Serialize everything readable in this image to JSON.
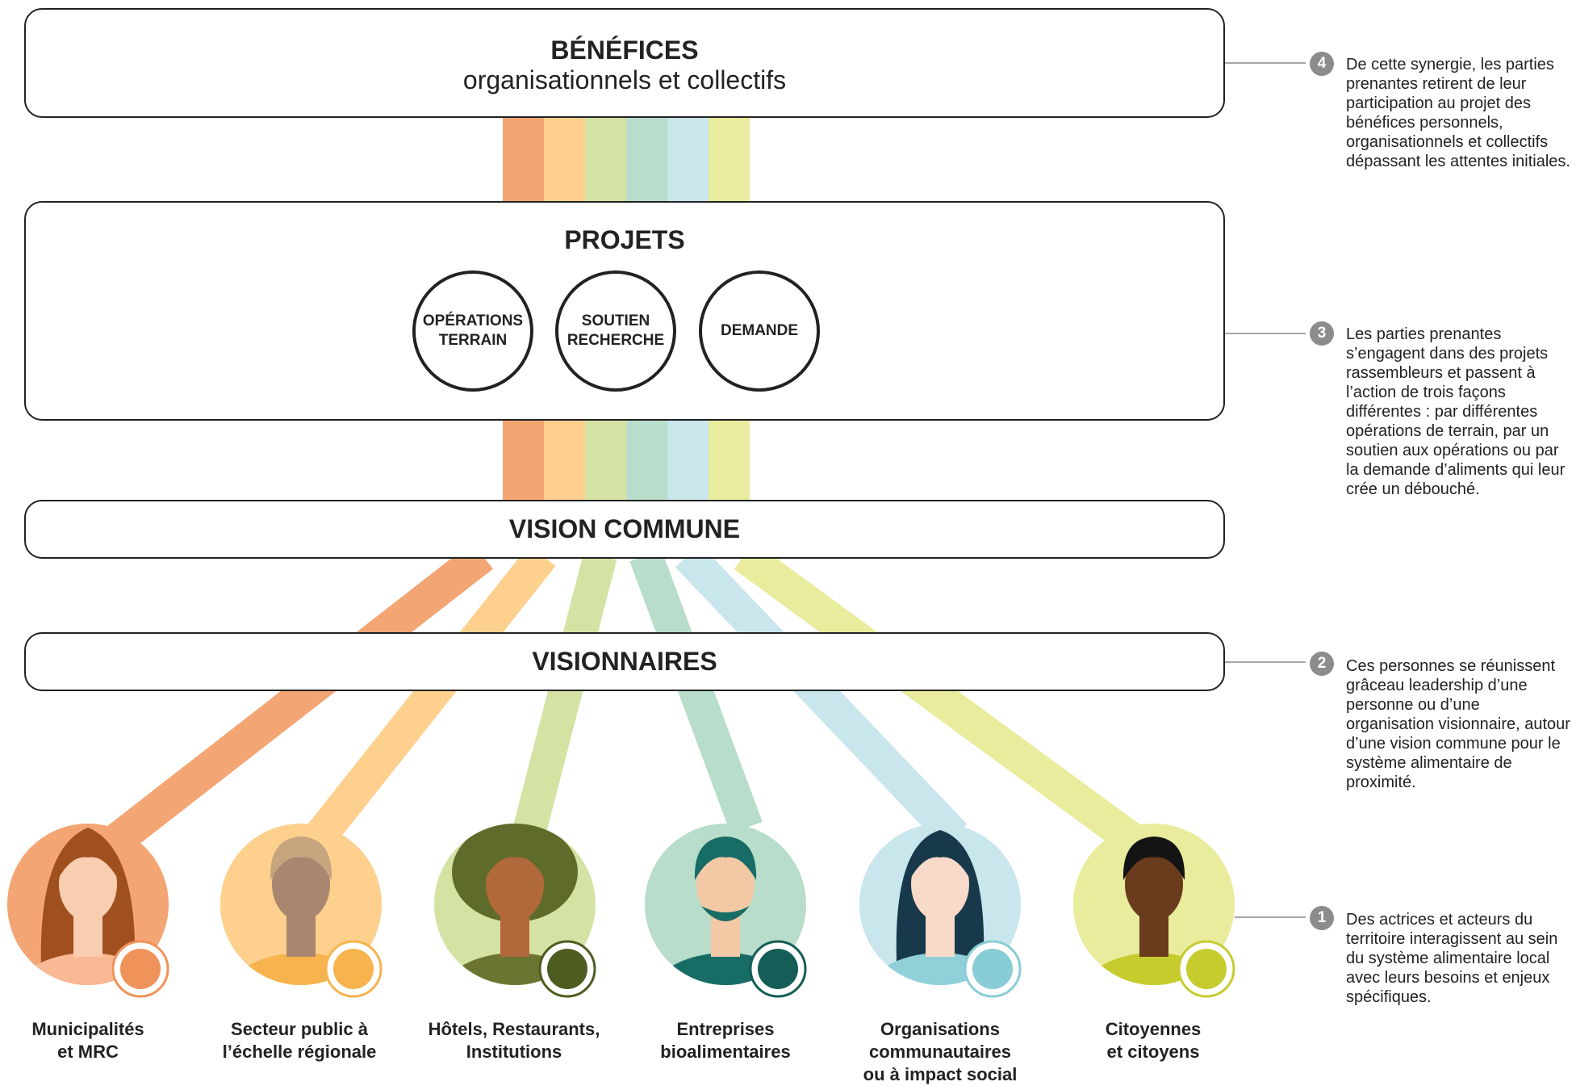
{
  "benefices": {
    "title": "BÉNÉFICES",
    "subtitle": "organisationnels et collectifs"
  },
  "projets": {
    "title": "PROJETS",
    "circles": [
      "OPÉRATIONS\nTERRAIN",
      "SOUTIEN\nRECHERCHE",
      "DEMANDE"
    ]
  },
  "vision_commune": {
    "title": "VISION COMMUNE"
  },
  "visionnaires": {
    "title": "VISIONNAIRES"
  },
  "notes": [
    {
      "num": "4",
      "text": "De cette synergie, les parties prenantes retirent de leur participation au projet des bénéfices personnels, organisationnels et collectifs dépassant les attentes initiales."
    },
    {
      "num": "3",
      "text": "Les parties prenantes s’engagent dans des projets rassembleurs et passent à l’action de trois façons différentes : par différentes opérations de terrain, par un soutien aux opérations ou par la demande d’aliments qui leur crée un débouché."
    },
    {
      "num": "2",
      "text": "Ces personnes se réunissent grâceau leadership d’une personne ou d’une organisation visionnaire, autour d’une vision commune pour le système alimentaire de proximité."
    },
    {
      "num": "1",
      "text": "Des actrices et acteurs du territoire interagissent au sein du système alimentaire local avec leurs besoins et enjeux spécifiques."
    }
  ],
  "actors": [
    {
      "label": "Municipalités\net MRC",
      "color": "#f4a574",
      "icon": "building-icon"
    },
    {
      "label": "Secteur public à\nl’échelle régionale",
      "color": "#fdd08e",
      "icon": "briefcase-icon"
    },
    {
      "label": "Hôtels, Restaurants,\nInstitutions",
      "color": "#d4e3a4",
      "icon": "cloche-icon"
    },
    {
      "label": "Entreprises\nbioalimentaires",
      "color": "#b8ddca",
      "icon": "carrot-icon"
    },
    {
      "label": "Organisations\ncommunautaires\nou à impact social",
      "color": "#c9e6ec",
      "icon": "heart-hand-icon"
    },
    {
      "label": "Citoyennes\net citoyens",
      "color": "#e8ec9c",
      "icon": "group-icon"
    }
  ],
  "colors": {
    "stripes": [
      "#f4a574",
      "#fdd08e",
      "#d4e3a4",
      "#b8ddca",
      "#c9e6ec",
      "#e8ec9c"
    ],
    "icon_accents": [
      "#f0935a",
      "#f7b34d",
      "#4d5d20",
      "#155e57",
      "#88cdd6",
      "#c6cc2e"
    ],
    "badge": "#8c8c8c"
  }
}
